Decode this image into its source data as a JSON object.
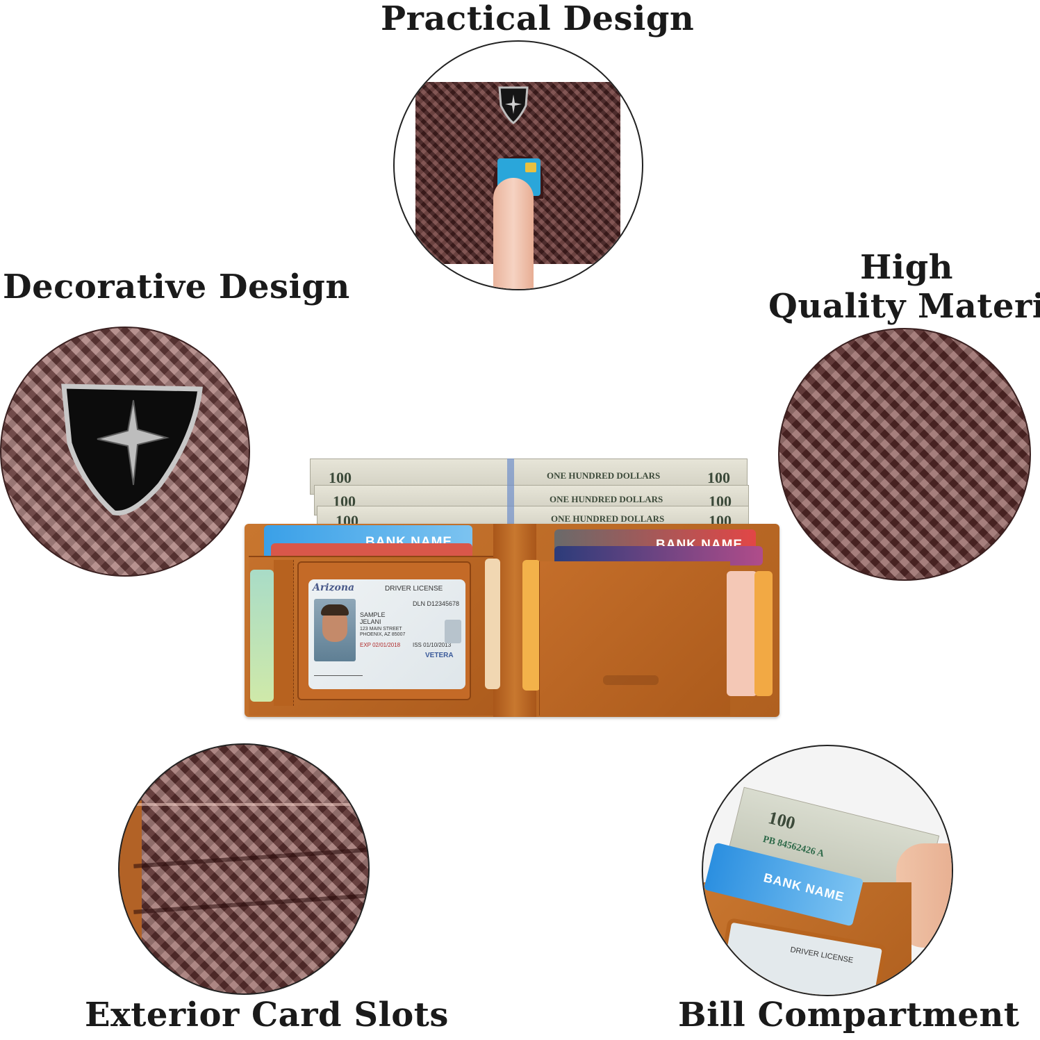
{
  "titles": {
    "practical": "Practical Design",
    "decorative": "Decorative Design",
    "high_line1": "High",
    "high_line2": "Quality Material",
    "exterior": "Exterior Card Slots",
    "bill": "Bill Compartment"
  },
  "wallet": {
    "bill_denomination": "100",
    "bill_text": "ONE HUNDRED DOLLARS",
    "card_bank_left": "BANK NAME",
    "card_bank_right": "BANK NAME",
    "id_state": "Arizona",
    "id_type": "DRIVER LICENSE",
    "id_name_line1": "SAMPLE",
    "id_name_line2": "JELANI",
    "id_address1": "123 MAIN STREET",
    "id_address2": "PHOENIX, AZ 85007",
    "id_dl": "DLN D12345678",
    "id_exp": "EXP 02/01/2018",
    "id_iss": "ISS 01/10/2013",
    "id_veteran": "VETERA"
  },
  "bill_circle": {
    "bill_denomination": "100",
    "bill_serial": "PB 84562426 A",
    "card_bank": "BANK NAME",
    "id_type": "DRIVER LICENSE"
  },
  "colors": {
    "leather": "#c06a27",
    "carbon": "#5a2a2a"
  }
}
